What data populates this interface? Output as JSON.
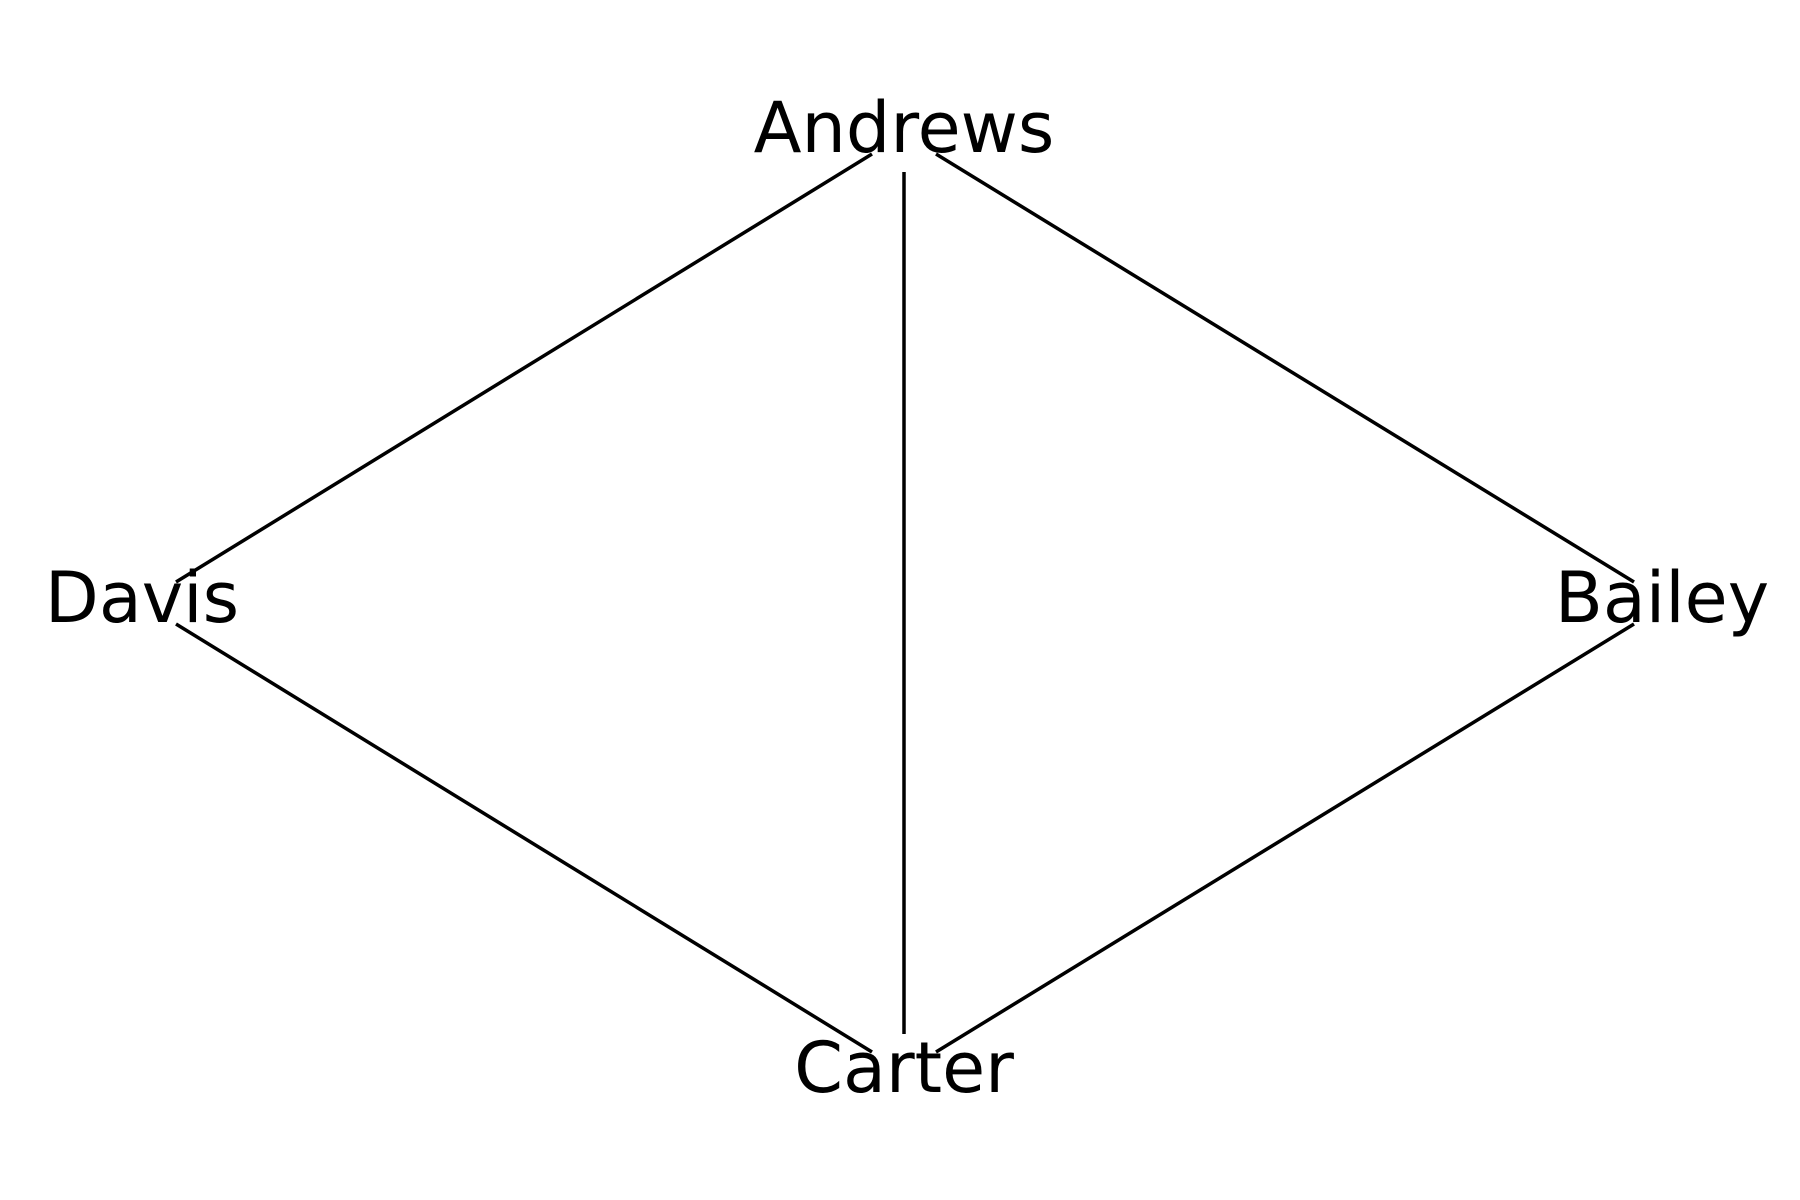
{
  "diagram": {
    "type": "graph",
    "colors": {
      "edge": "#000000",
      "label": "#000000",
      "background": "#ffffff"
    },
    "nodes": [
      {
        "id": "andrews",
        "label": "Andrews"
      },
      {
        "id": "bailey",
        "label": "Bailey"
      },
      {
        "id": "carter",
        "label": "Carter"
      },
      {
        "id": "davis",
        "label": "Davis"
      }
    ],
    "edges": [
      {
        "from": "andrews",
        "to": "davis"
      },
      {
        "from": "andrews",
        "to": "carter"
      },
      {
        "from": "andrews",
        "to": "bailey"
      },
      {
        "from": "davis",
        "to": "carter"
      },
      {
        "from": "bailey",
        "to": "carter"
      }
    ]
  }
}
